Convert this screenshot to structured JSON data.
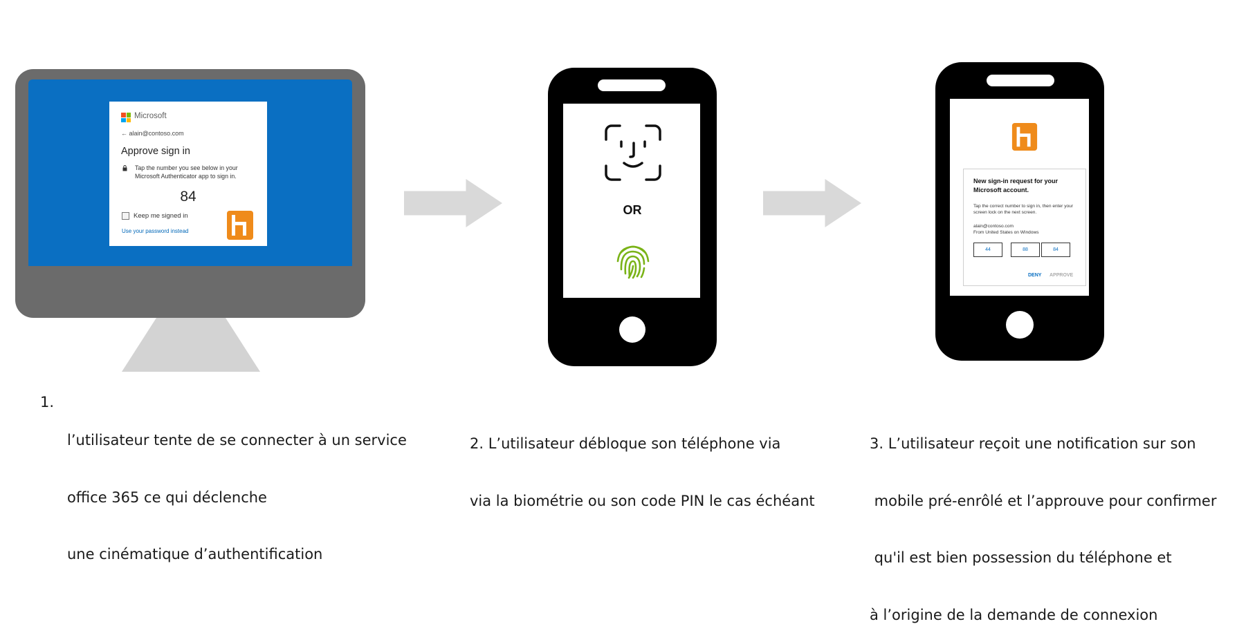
{
  "step1": {
    "signin": {
      "brand": "Microsoft",
      "email": "← alain@contoso.com",
      "title": "Approve sign in",
      "instruction": "Tap the number you see below in your Microsoft Authenticator app to sign in.",
      "number": "84",
      "keep_signed_in": "Keep me signed in",
      "use_password": "Use your password instead"
    },
    "caption_number": "1.",
    "caption_lines": [
      "l’utilisateur tente de se connecter à un service",
      "office 365 ce qui déclenche",
      "une cinématique d’authentification"
    ]
  },
  "step2": {
    "or_label": "OR",
    "caption_lines": [
      "2. L’utilisateur débloque son téléphone via",
      "via la biométrie ou son code PIN le cas échéant"
    ]
  },
  "step3": {
    "notification": {
      "title": "New sign-in request for your Microsoft account.",
      "instruction": "Tap the correct number to sign in, then enter your screen lock on the next screen.",
      "account": "alain@contoso.com",
      "location": "From United States on Windows",
      "numbers": [
        "44",
        "88",
        "84"
      ],
      "deny": "DENY",
      "approve": "APPROVE"
    },
    "caption_lines": [
      "3. L’utilisateur reçoit une notification sur son",
      " mobile pré-enrôlé et l’approuve pour confirmer",
      " qu'il est bien possession du téléphone et",
      "à l’origine de la demande de connexion"
    ]
  },
  "colors": {
    "monitor_frame": "#6b6b6b",
    "screen_blue": "#0a6fc2",
    "app_orange": "#ef8b1b",
    "fingerprint_green": "#7ab317",
    "arrow_gray": "#d9d9d9"
  }
}
